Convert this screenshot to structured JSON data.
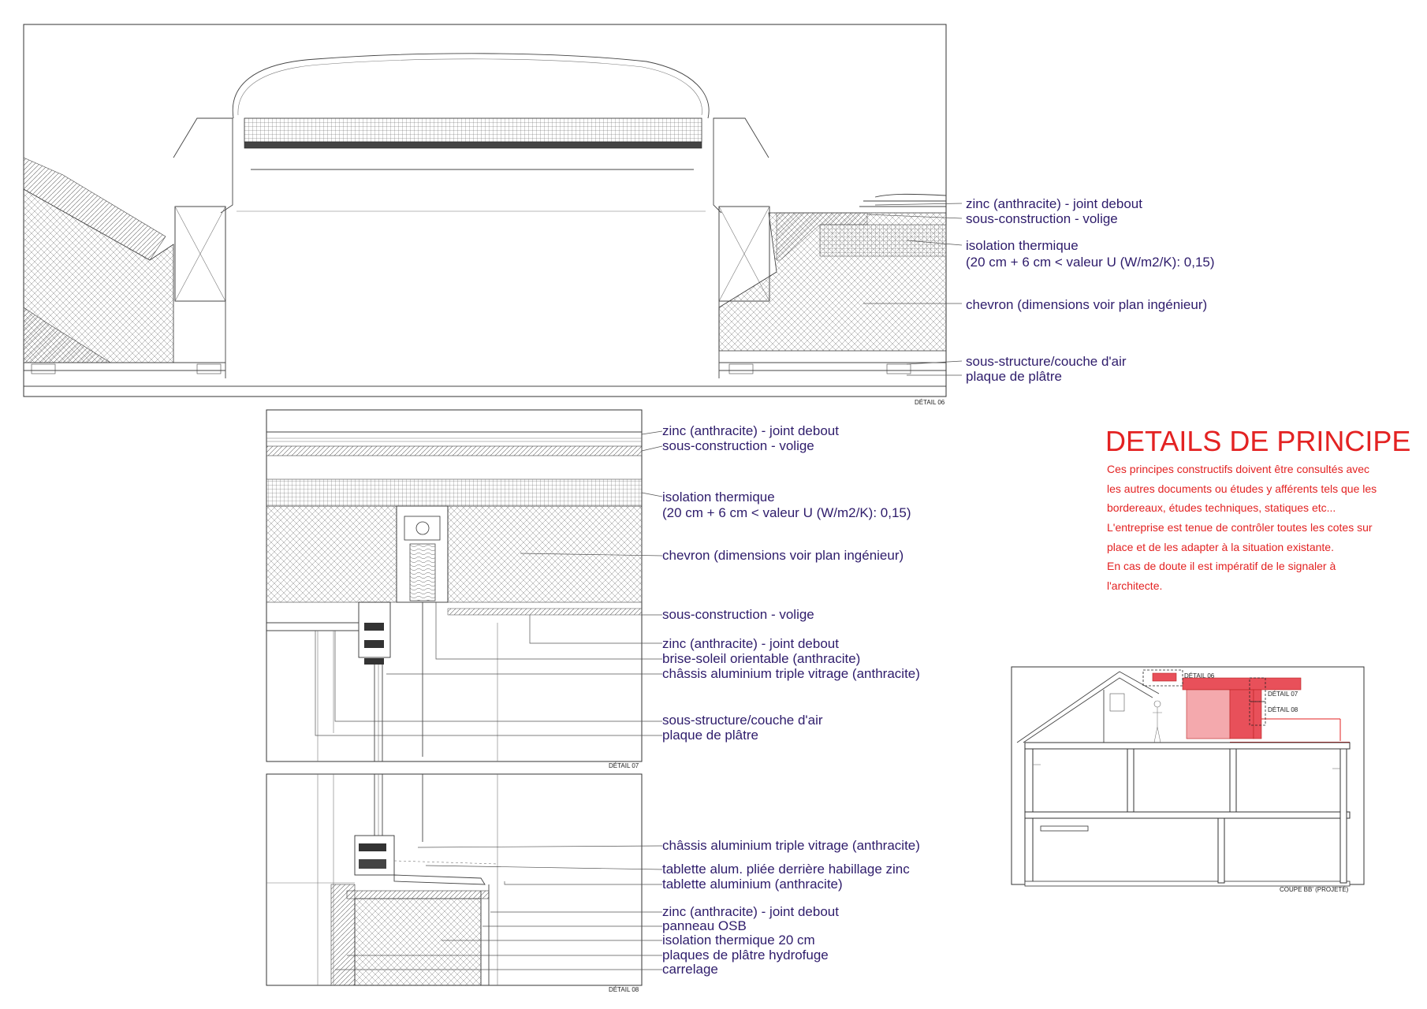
{
  "detail_06": {
    "caption": "DÉTAIL 06",
    "labels": [
      "zinc (anthracite) - joint debout",
      "sous-construction - volige",
      "isolation thermique",
      "(20 cm + 6 cm < valeur U (W/m2/K): 0,15)",
      "chevron  (dimensions voir plan ingénieur)",
      "sous-structure/couche d'air",
      "plaque de plâtre"
    ]
  },
  "detail_07": {
    "caption": "DÉTAIL 07",
    "labels": [
      "zinc (anthracite) - joint debout",
      "sous-construction - volige",
      "isolation thermique",
      "(20 cm + 6 cm < valeur U (W/m2/K): 0,15)",
      "chevron  (dimensions voir plan ingénieur)",
      "sous-construction - volige",
      "zinc (anthracite) - joint debout",
      "brise-soleil orientable (anthracite)",
      "châssis aluminium triple vitrage (anthracite)",
      "sous-structure/couche d'air",
      "plaque de plâtre"
    ]
  },
  "detail_08": {
    "caption": "DÉTAIL 08",
    "labels": [
      "châssis aluminium triple vitrage (anthracite)",
      "tablette alum. pliée derrière habillage zinc",
      "tablette aluminium (anthracite)",
      "zinc (anthracite) - joint debout",
      "panneau OSB",
      "isolation thermique 20 cm",
      "plaques de plâtre hydrofuge",
      "carrelage"
    ]
  },
  "principles": {
    "title": "DETAILS DE PRINCIPE",
    "lines": [
      "Ces principes constructifs doivent être consultés avec",
      "les autres documents ou études y afférents tels que les",
      "bordereaux, études techniques, statiques etc...",
      "L'entreprise est tenue de contrôler toutes les cotes sur",
      "place et de les adapter à la situation existante.",
      "En cas de doute il est impératif de le signaler à",
      "l'architecte."
    ]
  },
  "section": {
    "caption": "COUPE BB' (PROJETÉ)",
    "tags": [
      "DÉTAIL 06",
      "DÉTAIL 07",
      "DÉTAIL 08"
    ]
  },
  "colors": {
    "label_text": "#2e1c6b",
    "title_red": "#e32222",
    "highlight": "#e8505a"
  }
}
